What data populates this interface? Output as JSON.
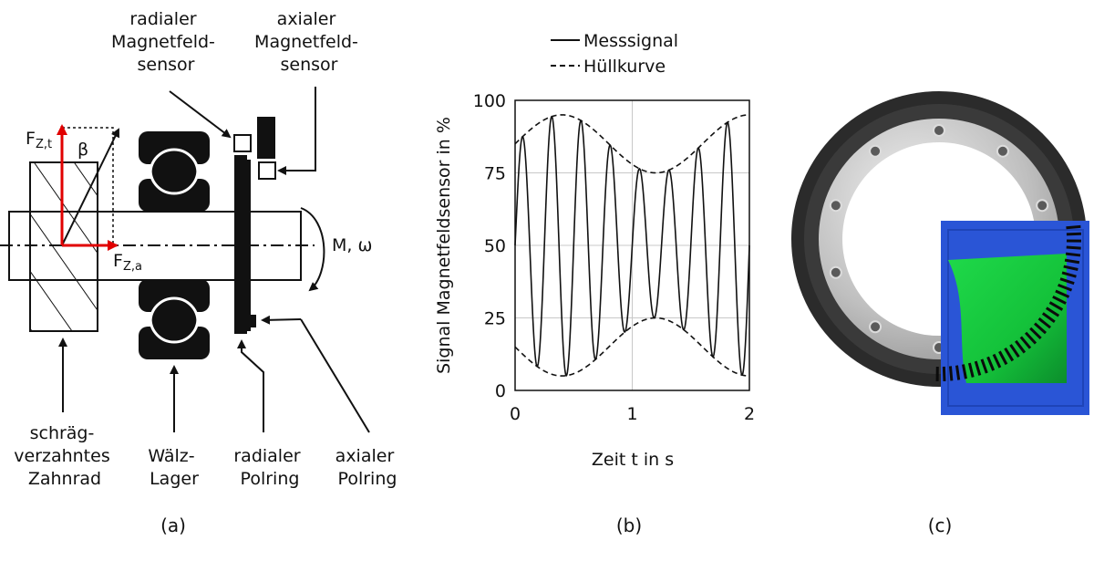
{
  "panel_a": {
    "caption": "(a)",
    "labels": {
      "radial_sensor": [
        "radialer",
        "Magnetfeld-",
        "sensor"
      ],
      "axial_sensor": [
        "axialer",
        "Magnetfeld-",
        "sensor"
      ],
      "gear": [
        "schräg-",
        "verzahntes",
        "Zahnrad"
      ],
      "bearing": [
        "Wälz-",
        "Lager"
      ],
      "radial_ring": [
        "radialer",
        "Polring"
      ],
      "axial_ring": [
        "axialer",
        "Polring"
      ],
      "torque": "M, ω",
      "beta": "β",
      "fzt_main": "F",
      "fzt_sub": "Z,t",
      "fza_main": "F",
      "fza_sub": "Z,a"
    }
  },
  "panel_b": {
    "caption": "(b)",
    "legend": [
      "Messsignal",
      "Hüllkurve"
    ]
  },
  "panel_c": {
    "caption": "(c)"
  },
  "chart_data": {
    "type": "line",
    "xlabel": "Zeit t in s",
    "ylabel": "Signal Magnetfeldsensor in %",
    "xlim": [
      0,
      2
    ],
    "ylim": [
      0,
      100
    ],
    "xticks": [
      0,
      1,
      2
    ],
    "yticks": [
      0,
      25,
      50,
      75,
      100
    ],
    "grid": true,
    "legend_position": "top",
    "series": [
      {
        "name": "Messsignal",
        "style": "solid",
        "description_values": {
          "carrier_period_s": 0.25,
          "envelope_period_s": 1.6,
          "envelope_max": 95,
          "envelope_min_amplitude_center": 50
        }
      },
      {
        "name": "Hüllkurve",
        "style": "dashed"
      }
    ],
    "envelope": {
      "center": 50,
      "amplitude_max": 45,
      "amplitude_min": 25,
      "period_s": 1.6,
      "upper_max_at_s": 0.4,
      "upper_min_at_s": 1.2
    },
    "carrier": {
      "period_s": 0.25,
      "phase_start_value": 50
    }
  }
}
